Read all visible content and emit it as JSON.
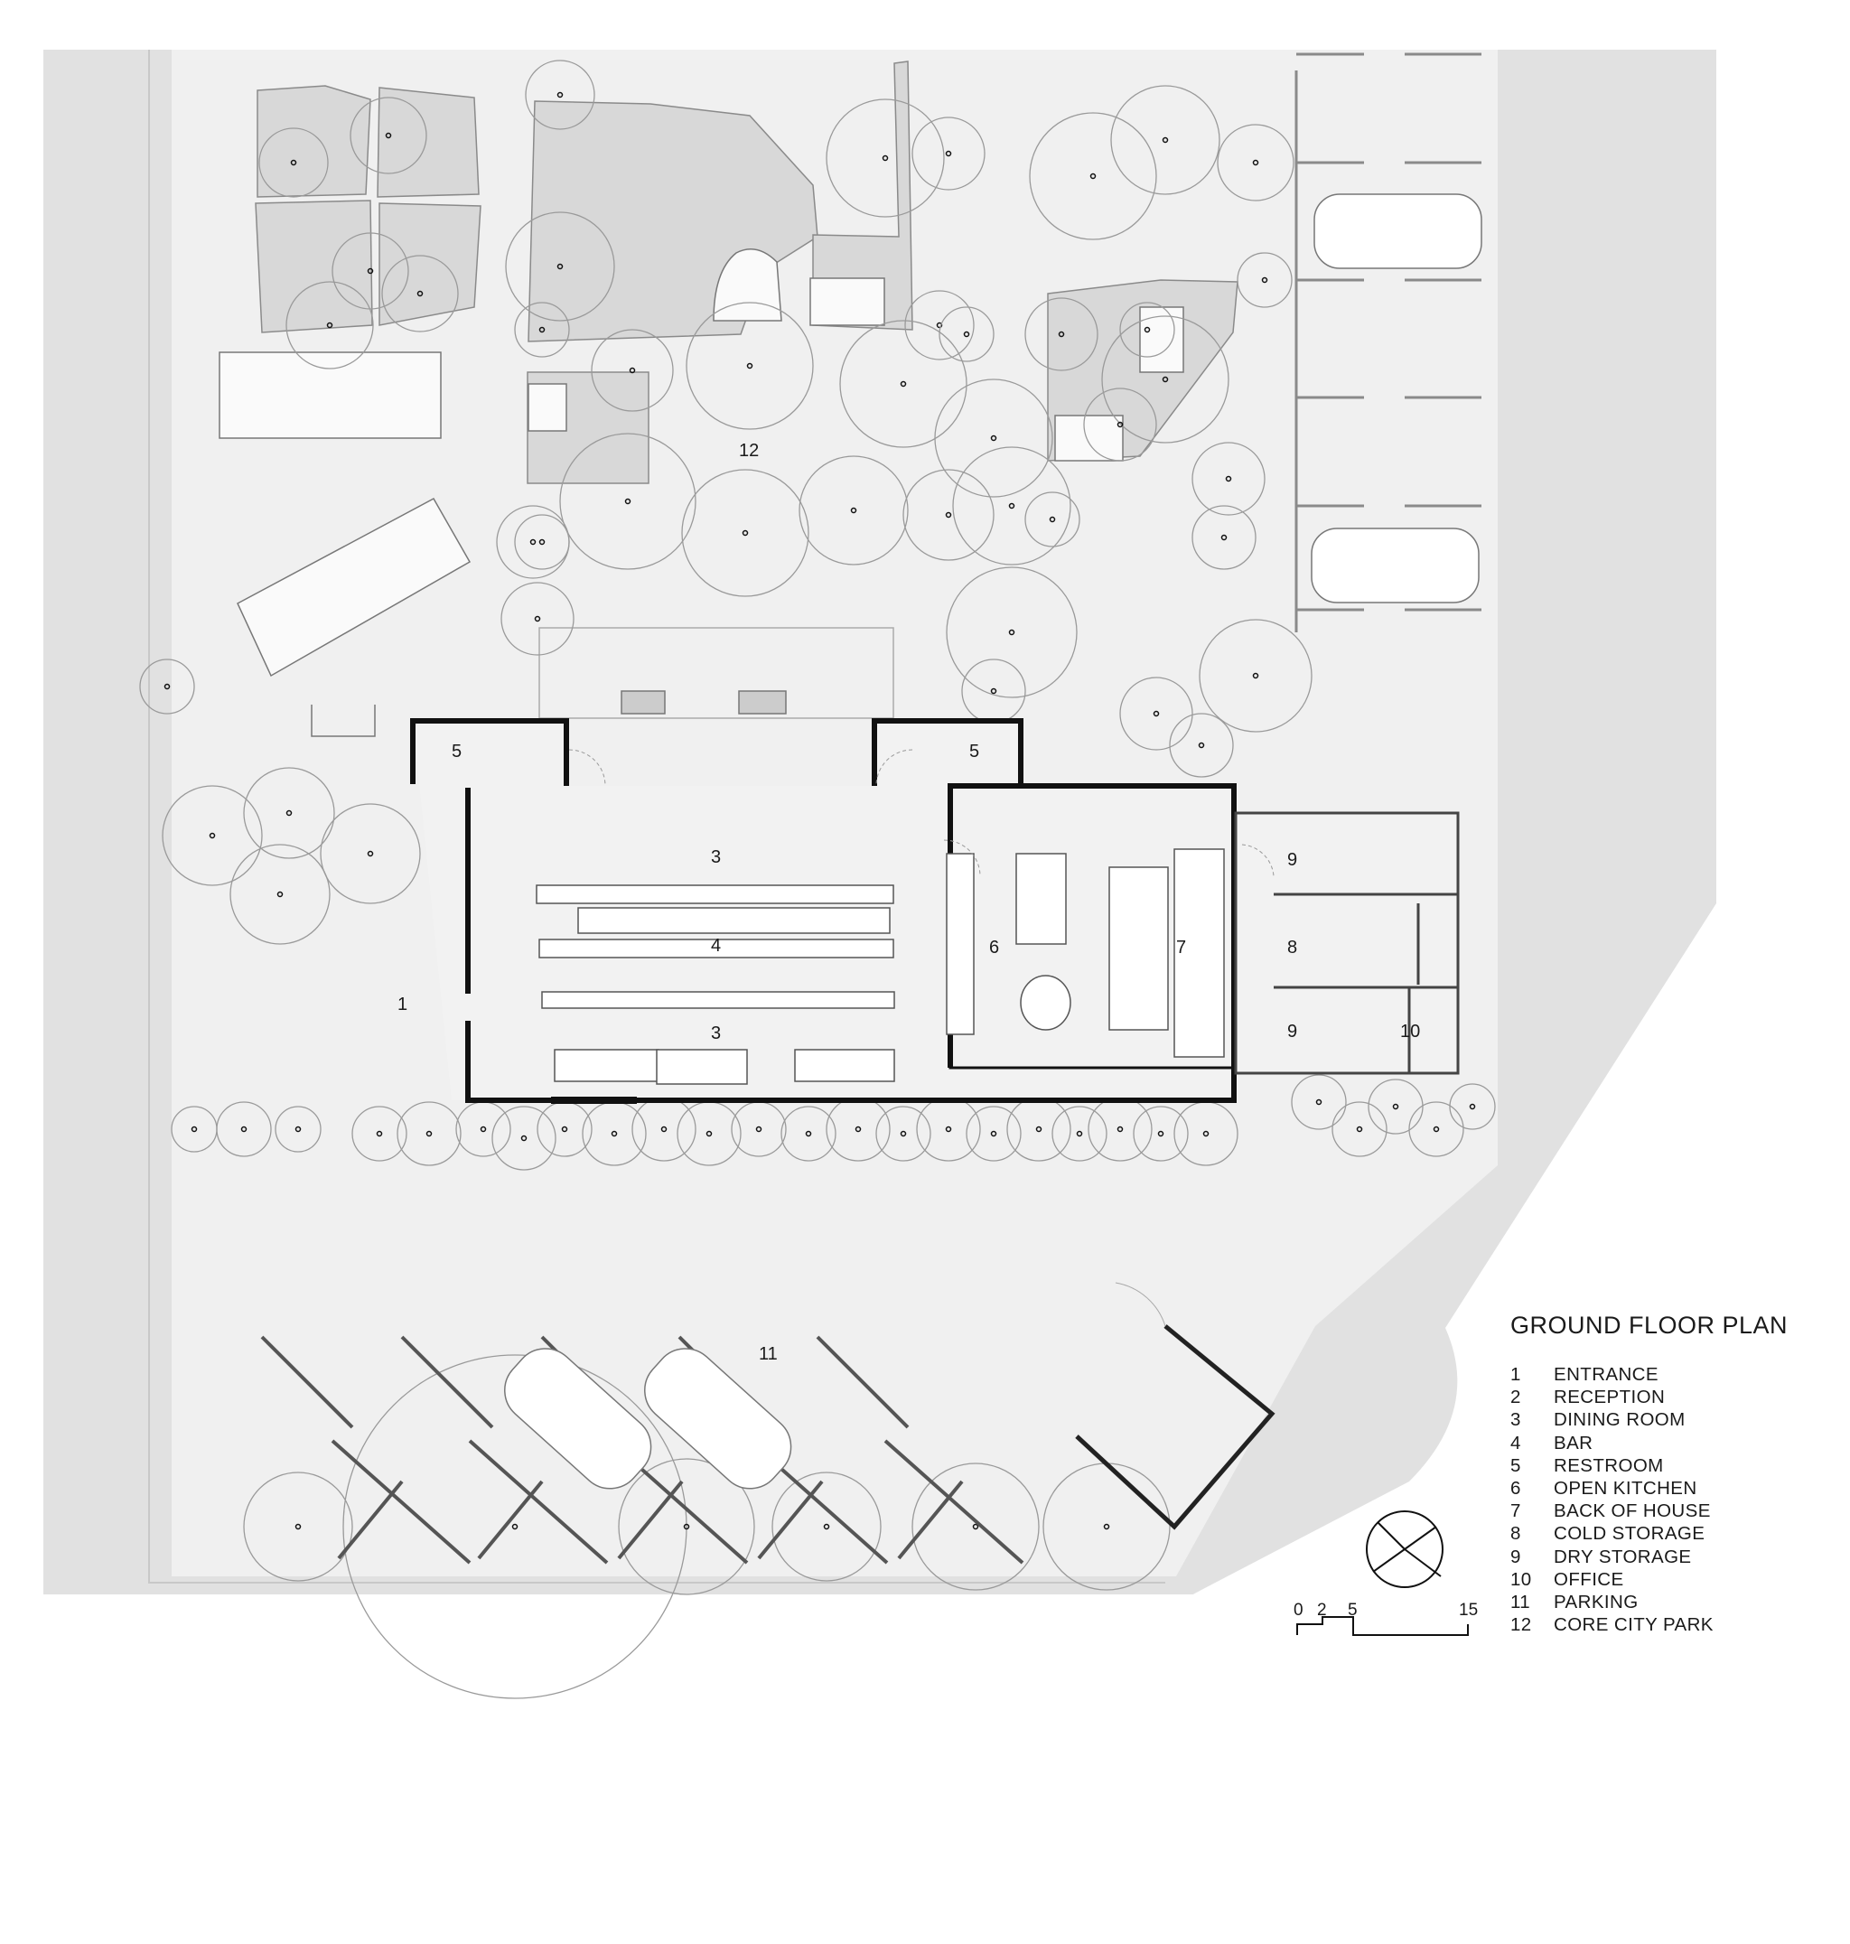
{
  "legend": {
    "title": "GROUND FLOOR PLAN",
    "items": [
      {
        "num": "1",
        "label": "ENTRANCE"
      },
      {
        "num": "2",
        "label": "RECEPTION"
      },
      {
        "num": "3",
        "label": "DINING ROOM"
      },
      {
        "num": "4",
        "label": "BAR"
      },
      {
        "num": "5",
        "label": "RESTROOM"
      },
      {
        "num": "6",
        "label": "OPEN KITCHEN"
      },
      {
        "num": "7",
        "label": "BACK OF HOUSE"
      },
      {
        "num": "8",
        "label": "COLD STORAGE"
      },
      {
        "num": "9",
        "label": "DRY STORAGE"
      },
      {
        "num": "10",
        "label": "OFFICE"
      },
      {
        "num": "11",
        "label": "PARKING"
      },
      {
        "num": "12",
        "label": "CORE CITY PARK"
      }
    ]
  },
  "room_labels": {
    "entrance": "1",
    "dining_top": "3",
    "dining_bottom": "3",
    "bar": "4",
    "restroom_left": "5",
    "restroom_right": "5",
    "open_kitchen": "6",
    "back_of_house": "7",
    "cold_storage": "8",
    "dry_storage_top": "9",
    "dry_storage_bottom": "9",
    "office": "10",
    "parking": "11",
    "park": "12"
  },
  "scale_bar": {
    "ticks": [
      "0",
      "2",
      "5",
      "15"
    ]
  },
  "colors": {
    "paper": "#ffffff",
    "ground": "#f0f0f0",
    "street": "#e1e1e1",
    "planting": "#d8d8d8",
    "line": "#1a1a1a",
    "tree": "#9a9a9a"
  }
}
